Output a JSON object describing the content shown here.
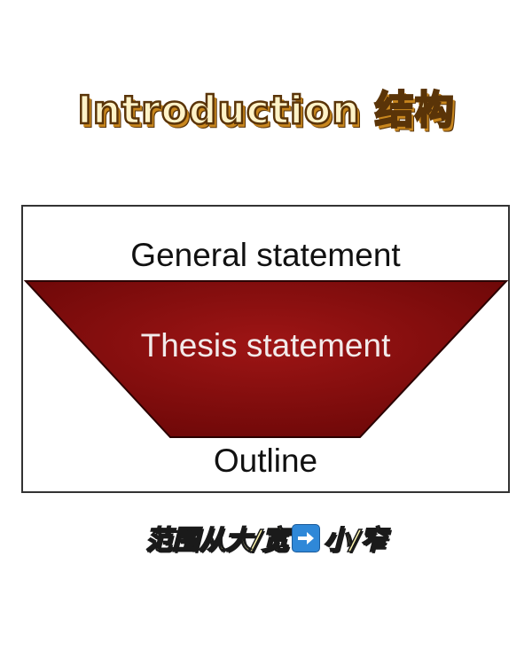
{
  "title": "Introduction 结构",
  "diagram": {
    "top_label": "General statement",
    "middle_label": "Thesis statement",
    "bottom_label": "Outline",
    "funnel_color": "#8b0d0d"
  },
  "caption": {
    "before": "范围从大/宽",
    "icon": "right-arrow-icon",
    "after": "小/窄"
  }
}
